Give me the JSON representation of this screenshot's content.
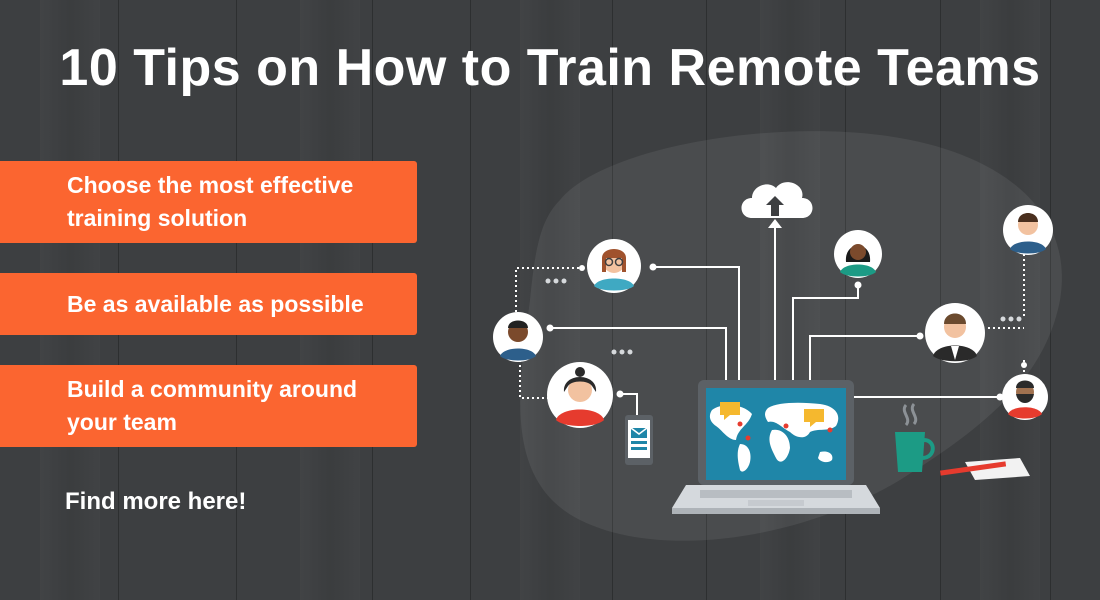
{
  "banner": {
    "title": "10 Tips on How to Train Remote Teams",
    "tips": [
      "Choose the most effective training solution",
      "Be as available as possible",
      "Build a community around your team"
    ],
    "cta": "Find more here!"
  },
  "colors": {
    "background": "#3d3f41",
    "accent": "#fb6530",
    "text": "#ffffff",
    "screen": "#1f86a8"
  },
  "illustration": {
    "icons": [
      "cloud-upload-icon",
      "laptop-icon",
      "world-map-icon",
      "chat-bubble-icon",
      "smartphone-icon",
      "mail-icon",
      "coffee-mug-icon",
      "pencil-icon",
      "notepad-icon",
      "avatar-icon"
    ]
  }
}
